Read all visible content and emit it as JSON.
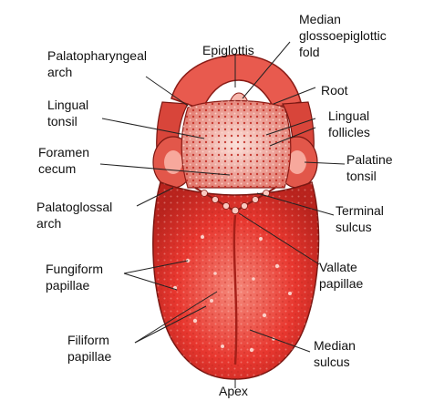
{
  "labels": {
    "palatopharyngeal": [
      "Palatopharyngeal",
      "arch"
    ],
    "epiglottis": [
      "Epiglottis"
    ],
    "median_fold": [
      "Median",
      "glossoepiglottic",
      "fold"
    ],
    "root": [
      "Root"
    ],
    "lingual_tonsil": [
      "Lingual",
      "tonsil"
    ],
    "lingual_follicles": [
      "Lingual",
      "follicles"
    ],
    "foramen_cecum": [
      "Foramen",
      "cecum"
    ],
    "palatine_tonsil": [
      "Palatine",
      "tonsil"
    ],
    "palatoglossal": [
      "Palatoglossal",
      "arch"
    ],
    "terminal_sulcus": [
      "Terminal",
      "sulcus"
    ],
    "fungiform": [
      "Fungiform",
      "papillae"
    ],
    "vallate": [
      "Vallate",
      "papillae"
    ],
    "filiform": [
      "Filiform",
      "papillae"
    ],
    "median_sulcus": [
      "Median",
      "sulcus"
    ],
    "apex": [
      "Apex"
    ]
  },
  "colors": {
    "tongue": "#e8372f",
    "tongue_light": "#f47a6c",
    "tongue_dark": "#b8231d",
    "root": "#f2b0a8",
    "leader": "#222222"
  }
}
